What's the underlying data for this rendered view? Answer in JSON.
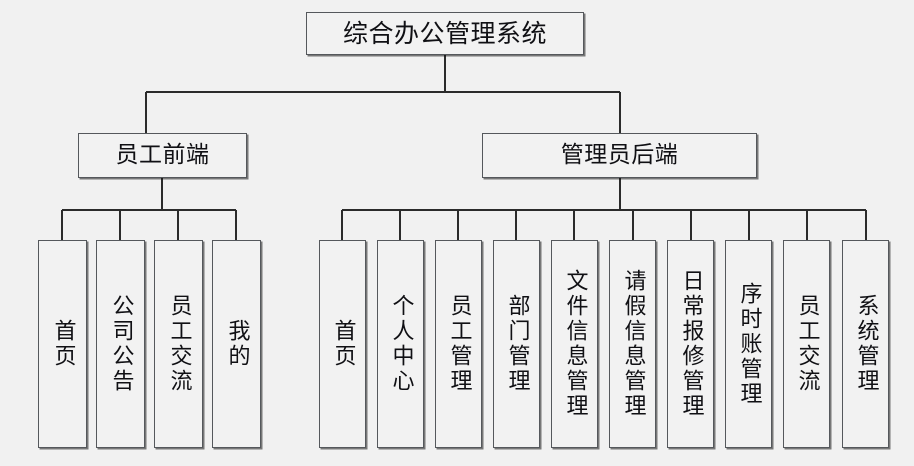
{
  "diagram": {
    "type": "org-chart",
    "title": "综合办公管理系统",
    "orientation": "top-down",
    "background_color": "#f1f1f1",
    "box_fill_color": "#f2f2f2",
    "box_border_color": "#55585c",
    "line_color": "#2b2b2b",
    "text_color": "#101014"
  },
  "root": {
    "label": "综合办公管理系统"
  },
  "branches": [
    {
      "label": "员工前端",
      "leaves": [
        {
          "label": "首页"
        },
        {
          "label": "公司公告"
        },
        {
          "label": "员工交流"
        },
        {
          "label": "我的"
        }
      ]
    },
    {
      "label": "管理员后端",
      "leaves": [
        {
          "label": "首页"
        },
        {
          "label": "个人中心"
        },
        {
          "label": "员工管理"
        },
        {
          "label": "部门管理"
        },
        {
          "label": "文件信息管理"
        },
        {
          "label": "请假信息管理"
        },
        {
          "label": "日常报修管理"
        },
        {
          "label": "序时账管理"
        },
        {
          "label": "员工交流"
        },
        {
          "label": "系统管理"
        }
      ]
    }
  ]
}
